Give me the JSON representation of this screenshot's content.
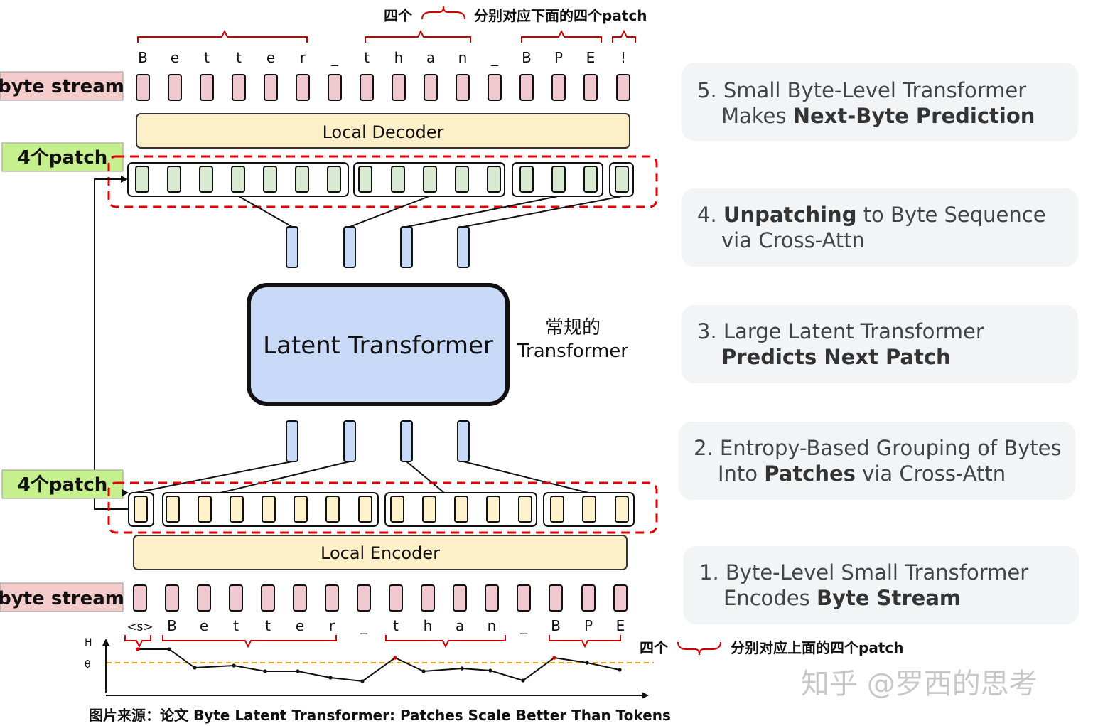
{
  "top_note": {
    "prefix": "四个",
    "text": "分别对应下面的四个patch"
  },
  "bottom_note": {
    "prefix": "四个",
    "text": "分别对应上面的四个patch"
  },
  "top_bytes": [
    "B",
    "e",
    "t",
    "t",
    "e",
    "r",
    "_",
    "t",
    "h",
    "a",
    "n",
    "_",
    "B",
    "P",
    "E",
    "!"
  ],
  "bottom_bytes": [
    "<s>",
    "B",
    "e",
    "t",
    "t",
    "e",
    "r",
    "_",
    "t",
    "h",
    "a",
    "n",
    "_",
    "B",
    "P",
    "E"
  ],
  "labels": {
    "byte_stream_top": "byte stream",
    "byte_stream_bottom": "byte stream",
    "patch_top": "4个patch",
    "patch_bottom": "4个patch",
    "local_decoder": "Local Decoder",
    "local_encoder": "Local Encoder",
    "latent_transformer": "Latent Transformer",
    "regular_line1": "常规的",
    "regular_line2": "Transformer",
    "axis_h": "H",
    "axis_theta": "θ"
  },
  "steps": [
    {
      "line1": "5. Small Byte-Level Transformer",
      "line2_pre": "Makes ",
      "line2_bold": "Next-Byte Prediction",
      "line2_post": ""
    },
    {
      "line1_pre": "4. ",
      "line1_bold": "Unpatching",
      "line1_post": " to Byte Sequence",
      "line2": "via Cross-Attn"
    },
    {
      "line1": "3. Large Latent Transformer",
      "line2_bold": "Predicts Next Patch"
    },
    {
      "line1": "2. Entropy-Based Grouping of Bytes",
      "line2_pre": "Into ",
      "line2_bold": "Patches",
      "line2_post": " via Cross-Attn"
    },
    {
      "line1": "1. Byte-Level Small Transformer",
      "line2_pre": "Encodes ",
      "line2_bold": "Byte Stream"
    }
  ],
  "watermark": "知乎 @罗西的思考",
  "caption": "图片来源：论文 Byte Latent Transformer: Patches Scale Better Than Tokens",
  "colors": {
    "byte_pink": "#f0c8d0",
    "patch_green": "#d9ead3",
    "encoder_patch": "#fff2cc",
    "latent_blue": "#c9daf8",
    "local_box": "#fdf0c8",
    "label_pink": "#f4cccc",
    "label_green": "#c6ef8e",
    "dashed_red": "#e00000",
    "brace_red": "#cc0000",
    "threshold": "#f0a020"
  }
}
